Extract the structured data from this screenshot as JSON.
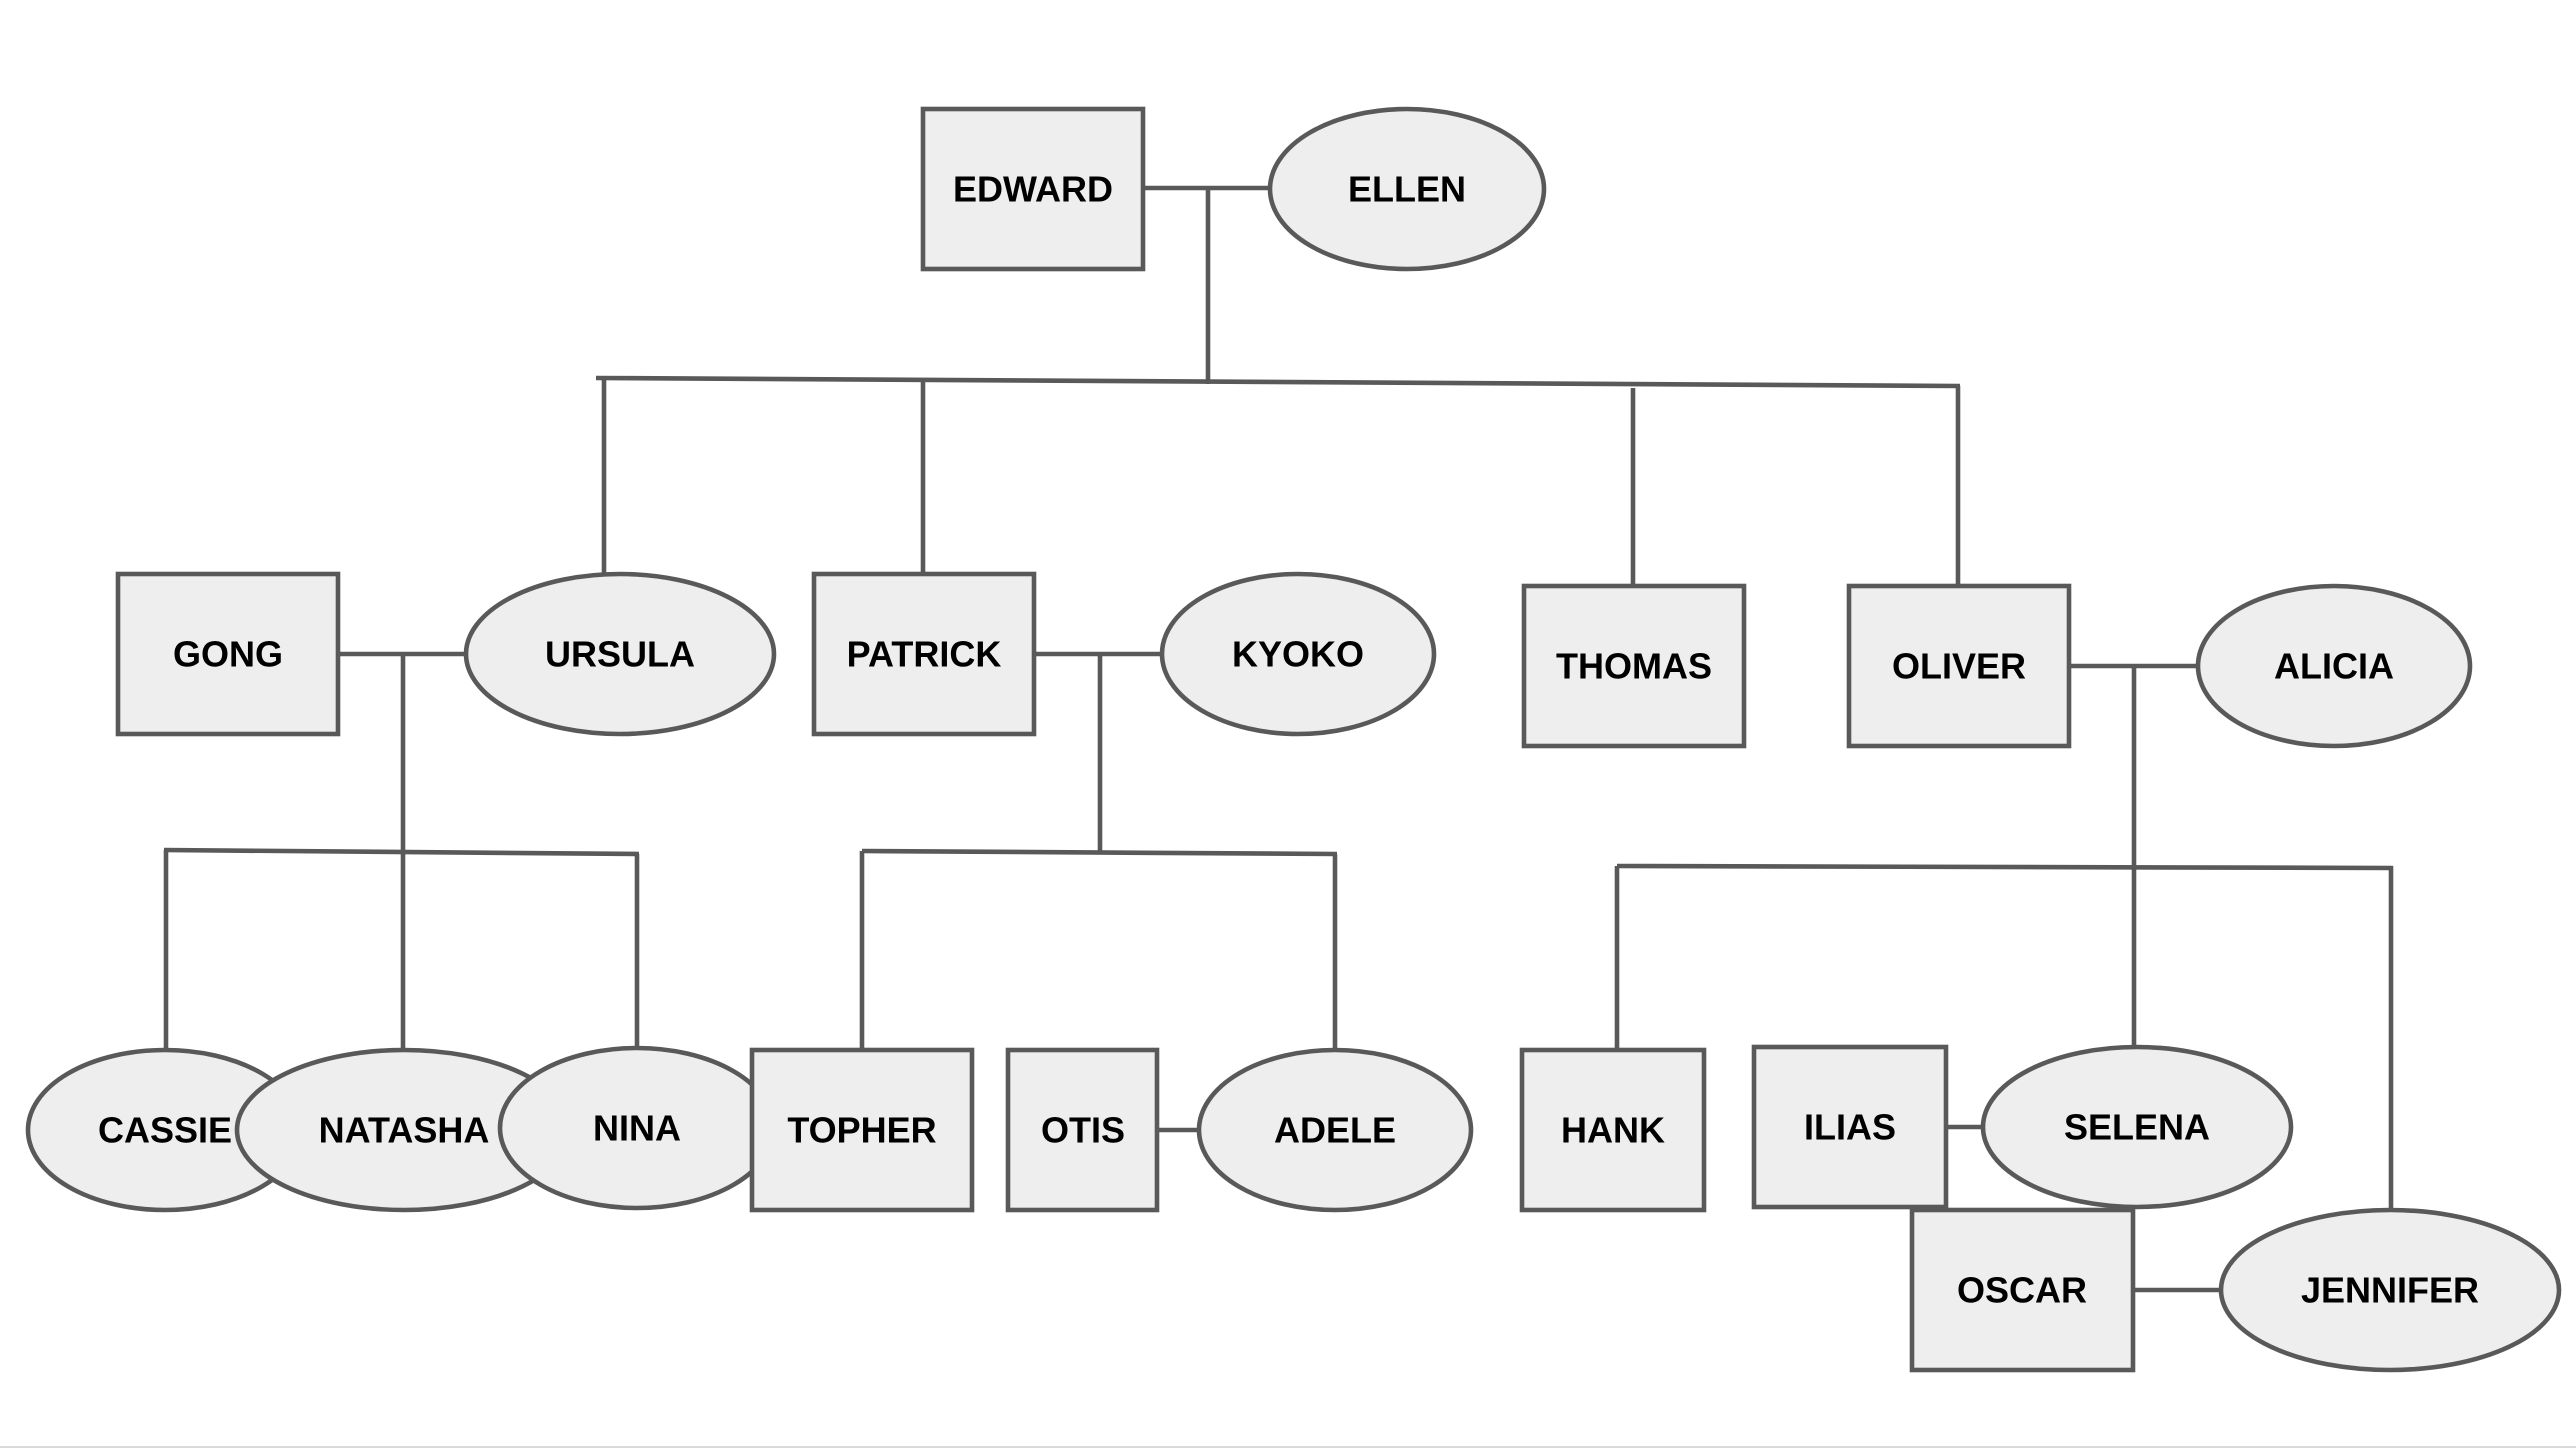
{
  "people": {
    "edward": {
      "name": "EDWARD",
      "shape": "rect"
    },
    "ellen": {
      "name": "ELLEN",
      "shape": "ellipse"
    },
    "gong": {
      "name": "GONG",
      "shape": "rect"
    },
    "ursula": {
      "name": "URSULA",
      "shape": "ellipse"
    },
    "patrick": {
      "name": "PATRICK",
      "shape": "rect"
    },
    "kyoko": {
      "name": "KYOKO",
      "shape": "ellipse"
    },
    "thomas": {
      "name": "THOMAS",
      "shape": "rect"
    },
    "oliver": {
      "name": "OLIVER",
      "shape": "rect"
    },
    "alicia": {
      "name": "ALICIA",
      "shape": "ellipse"
    },
    "cassie": {
      "name": "CASSIE",
      "shape": "ellipse"
    },
    "natasha": {
      "name": "NATASHA",
      "shape": "ellipse"
    },
    "nina": {
      "name": "NINA",
      "shape": "ellipse"
    },
    "topher": {
      "name": "TOPHER",
      "shape": "rect"
    },
    "otis": {
      "name": "OTIS",
      "shape": "rect"
    },
    "adele": {
      "name": "ADELE",
      "shape": "ellipse"
    },
    "hank": {
      "name": "HANK",
      "shape": "rect"
    },
    "ilias": {
      "name": "ILIAS",
      "shape": "rect"
    },
    "selena": {
      "name": "SELENA",
      "shape": "ellipse"
    },
    "oscar": {
      "name": "OSCAR",
      "shape": "rect"
    },
    "jennifer": {
      "name": "JENNIFER",
      "shape": "ellipse"
    }
  },
  "colors": {
    "fill": "#eeeeee",
    "stroke": "#595959",
    "text": "#000000"
  }
}
